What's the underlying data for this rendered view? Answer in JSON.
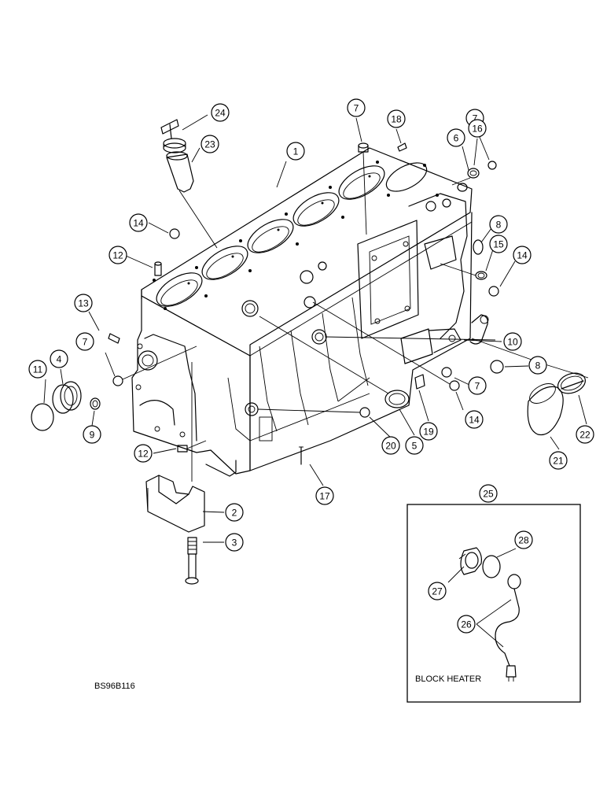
{
  "figure": {
    "code": "BS96B116",
    "inset_title": "BLOCK HEATER"
  },
  "callouts": [
    {
      "id": "1"
    },
    {
      "id": "2"
    },
    {
      "id": "3"
    },
    {
      "id": "4"
    },
    {
      "id": "5"
    },
    {
      "id": "6"
    },
    {
      "id": "7"
    },
    {
      "id": "7"
    },
    {
      "id": "7"
    },
    {
      "id": "7"
    },
    {
      "id": "8"
    },
    {
      "id": "8"
    },
    {
      "id": "9"
    },
    {
      "id": "10"
    },
    {
      "id": "11"
    },
    {
      "id": "12"
    },
    {
      "id": "12"
    },
    {
      "id": "13"
    },
    {
      "id": "14"
    },
    {
      "id": "14"
    },
    {
      "id": "14"
    },
    {
      "id": "15"
    },
    {
      "id": "16"
    },
    {
      "id": "17"
    },
    {
      "id": "18"
    },
    {
      "id": "19"
    },
    {
      "id": "20"
    },
    {
      "id": "21"
    },
    {
      "id": "22"
    },
    {
      "id": "23"
    },
    {
      "id": "24"
    },
    {
      "id": "25"
    },
    {
      "id": "26"
    },
    {
      "id": "27"
    },
    {
      "id": "28"
    }
  ]
}
